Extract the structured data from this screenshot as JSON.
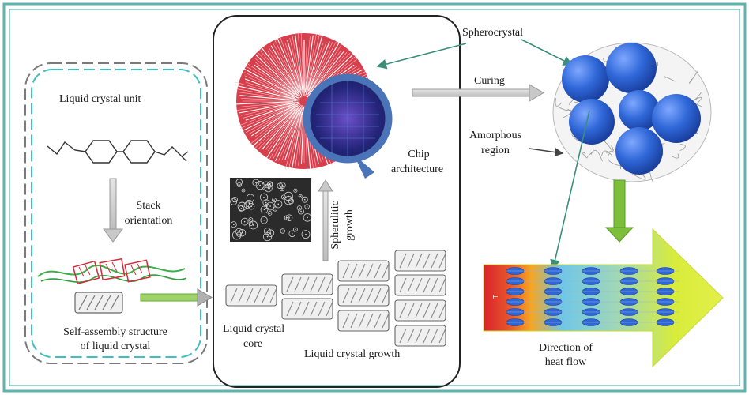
{
  "labels": {
    "lc_unit": "Liquid crystal unit",
    "stack_1": "Stack",
    "stack_2": "orientation",
    "self_assembly_1": "Self-assembly structure",
    "self_assembly_2": "of liquid crystal",
    "lc_core_1": "Liquid crystal",
    "lc_core_2": "core",
    "lc_growth": "Liquid crystal growth",
    "spherulitic_1": "Spherulitic",
    "spherulitic_2": "growth",
    "chip_1": "Chip",
    "chip_2": "architecture",
    "spherocrystal": "Spherocrystal",
    "curing": "Curing",
    "amorphous_1": "Amorphous",
    "amorphous_2": "region",
    "heat_flow_1": "Direction of",
    "heat_flow_2": "heat flow"
  },
  "colors": {
    "frame": "#5fb3ad",
    "dashed_outer": "#7a7a7a",
    "dashed_inner": "#3fbfbf",
    "sphere_blue": "#2f67d8",
    "spine_red": "#d42a3a",
    "gray_arrow": "#c8c8c8",
    "green_arrow": "#7dbf3a",
    "heat_yellow": "#d9ec3a",
    "heat_red": "#d9222c"
  }
}
